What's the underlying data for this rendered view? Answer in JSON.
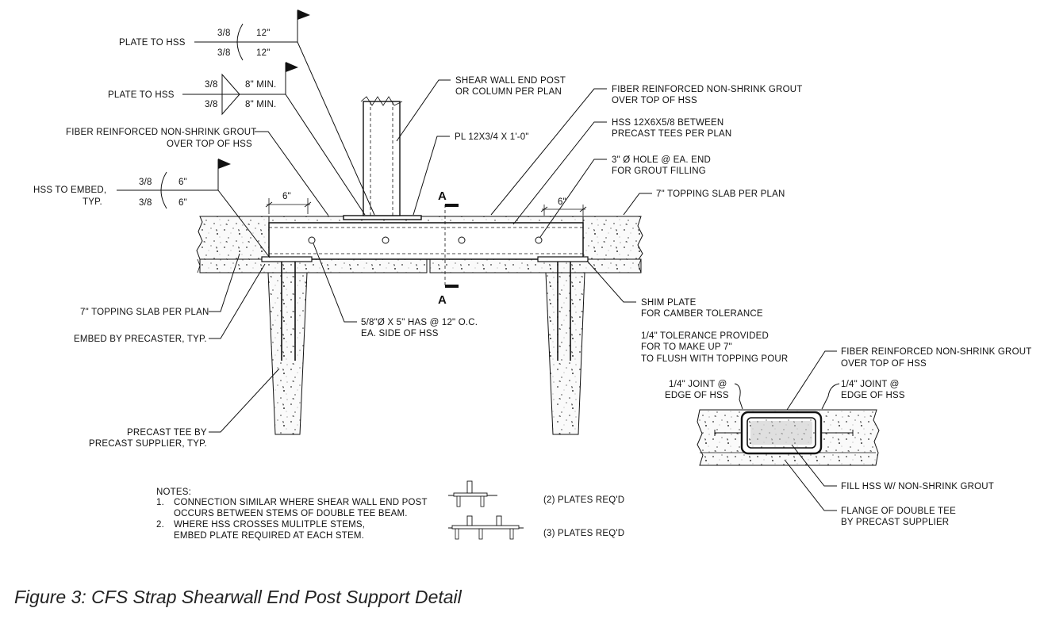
{
  "caption": "Figure 3: CFS Strap Shearwall End Post Support Detail",
  "section_marker": "A",
  "weld_symbols": {
    "w1": {
      "label": "PLATE TO HSS",
      "top_size": "3/8",
      "bottom_size": "3/8",
      "top_length": "12\"",
      "bottom_length": "12\""
    },
    "w2": {
      "label": "PLATE TO HSS",
      "top_size": "3/8",
      "bottom_size": "3/8",
      "top_length": "8\" MIN.",
      "bottom_length": "8\" MIN."
    },
    "w3": {
      "label_line1": "HSS TO EMBED,",
      "label_line2": "TYP.",
      "top_size": "3/8",
      "bottom_size": "3/8",
      "top_length": "6\"",
      "bottom_length": "6\""
    }
  },
  "dimensions": {
    "left": "6\"",
    "right": "6\""
  },
  "callouts": {
    "grout_left_1": "FIBER REINFORCED NON-SHRINK GROUT",
    "grout_left_2": "OVER TOP OF HSS",
    "endpost_1": "SHEAR WALL END POST",
    "endpost_2": "OR COLUMN PER PLAN",
    "plate": "PL 12X3/4 X 1'-0\"",
    "grout_right_1": "FIBER REINFORCED NON-SHRINK GROUT",
    "grout_right_2": "OVER TOP OF HSS",
    "hss_1": "HSS 12X6X5/8 BETWEEN",
    "hss_2": "PRECAST TEES PER PLAN",
    "hole_1": "3\" Ø HOLE @ EA. END",
    "hole_2": "FOR GROUT FILLING",
    "topping_right": "7\" TOPPING SLAB PER PLAN",
    "topping_left": "7\" TOPPING SLAB PER PLAN",
    "embed": "EMBED BY PRECASTER, TYP.",
    "has_1": "5/8\"Ø X 5\" HAS @ 12\" O.C.",
    "has_2": "EA. SIDE OF HSS",
    "shim_1": "SHIM PLATE",
    "shim_2": "FOR CAMBER TOLERANCE",
    "tol_1": "1/4\" TOLERANCE PROVIDED",
    "tol_2": "FOR TO MAKE UP 7\"",
    "tol_3": "TO FLUSH WITH TOPPING POUR",
    "tee_1": "PRECAST TEE BY",
    "tee_2": "PRECAST SUPPLIER, TYP."
  },
  "section_detail": {
    "grout_1": "FIBER REINFORCED NON-SHRINK GROUT",
    "grout_2": "OVER TOP OF HSS",
    "joint_left_1": "1/4\" JOINT @",
    "joint_left_2": "EDGE OF HSS",
    "joint_right_1": "1/4\" JOINT @",
    "joint_right_2": "EDGE OF HSS",
    "fill": "FILL HSS W/ NON-SHRINK GROUT",
    "flange_1": "FLANGE OF DOUBLE TEE",
    "flange_2": "BY PRECAST SUPPLIER"
  },
  "notes": {
    "heading": "NOTES:",
    "n1_num": "1.",
    "n1_line1": "CONNECTION SIMILAR WHERE SHEAR WALL END POST",
    "n1_line2": "OCCURS BETWEEN STEMS OF DOUBLE TEE BEAM.",
    "n2_num": "2.",
    "n2_line1": "WHERE HSS CROSSES MULITPLE STEMS,",
    "n2_line2": "EMBED PLATE REQUIRED AT EACH STEM.",
    "plates_2": "(2) PLATES REQ'D",
    "plates_3": "(3) PLATES REQ'D"
  }
}
